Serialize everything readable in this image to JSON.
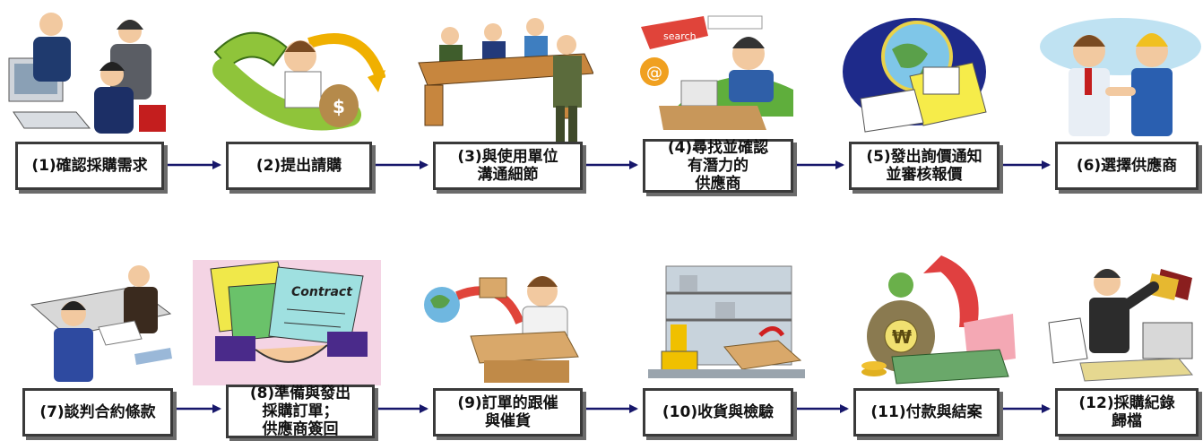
{
  "colors": {
    "arrow": "#17176b",
    "box_border": "#3a3a3a",
    "box_shadow": "#6b6b6b"
  },
  "steps": [
    {
      "label": "(1)確認採購需求",
      "icon": "office-workers-at-computer"
    },
    {
      "label": "(2)提出請購",
      "icon": "man-with-phone-and-money-bag"
    },
    {
      "label": "(3)與使用單位\n溝通細節",
      "icon": "meeting-at-desk"
    },
    {
      "label": "(4)尋找並確認\n有潛力的\n供應商",
      "icon": "internet-search"
    },
    {
      "label": "(5)發出詢價通知\n並審核報價",
      "icon": "globe-and-documents"
    },
    {
      "label": "(6)選擇供應商",
      "icon": "handshake-business"
    },
    {
      "label": "(7)談判合約條款",
      "icon": "negotiation-at-desk"
    },
    {
      "label": "(8)準備與發出\n採購訂單；\n供應商簽回",
      "icon": "contract-handshake"
    },
    {
      "label": "(9)訂單的跟催\n與催貨",
      "icon": "man-at-desk-with-delivery"
    },
    {
      "label": "(10)收貨與檢驗",
      "icon": "warehouse-forklift"
    },
    {
      "label": "(11)付款與結案",
      "icon": "money-bag-and-cash"
    },
    {
      "label": "(12)採購紀錄\n歸檔",
      "icon": "man-filing-records"
    }
  ],
  "illustration_texts": {
    "contract": "Contract",
    "search": "search"
  }
}
